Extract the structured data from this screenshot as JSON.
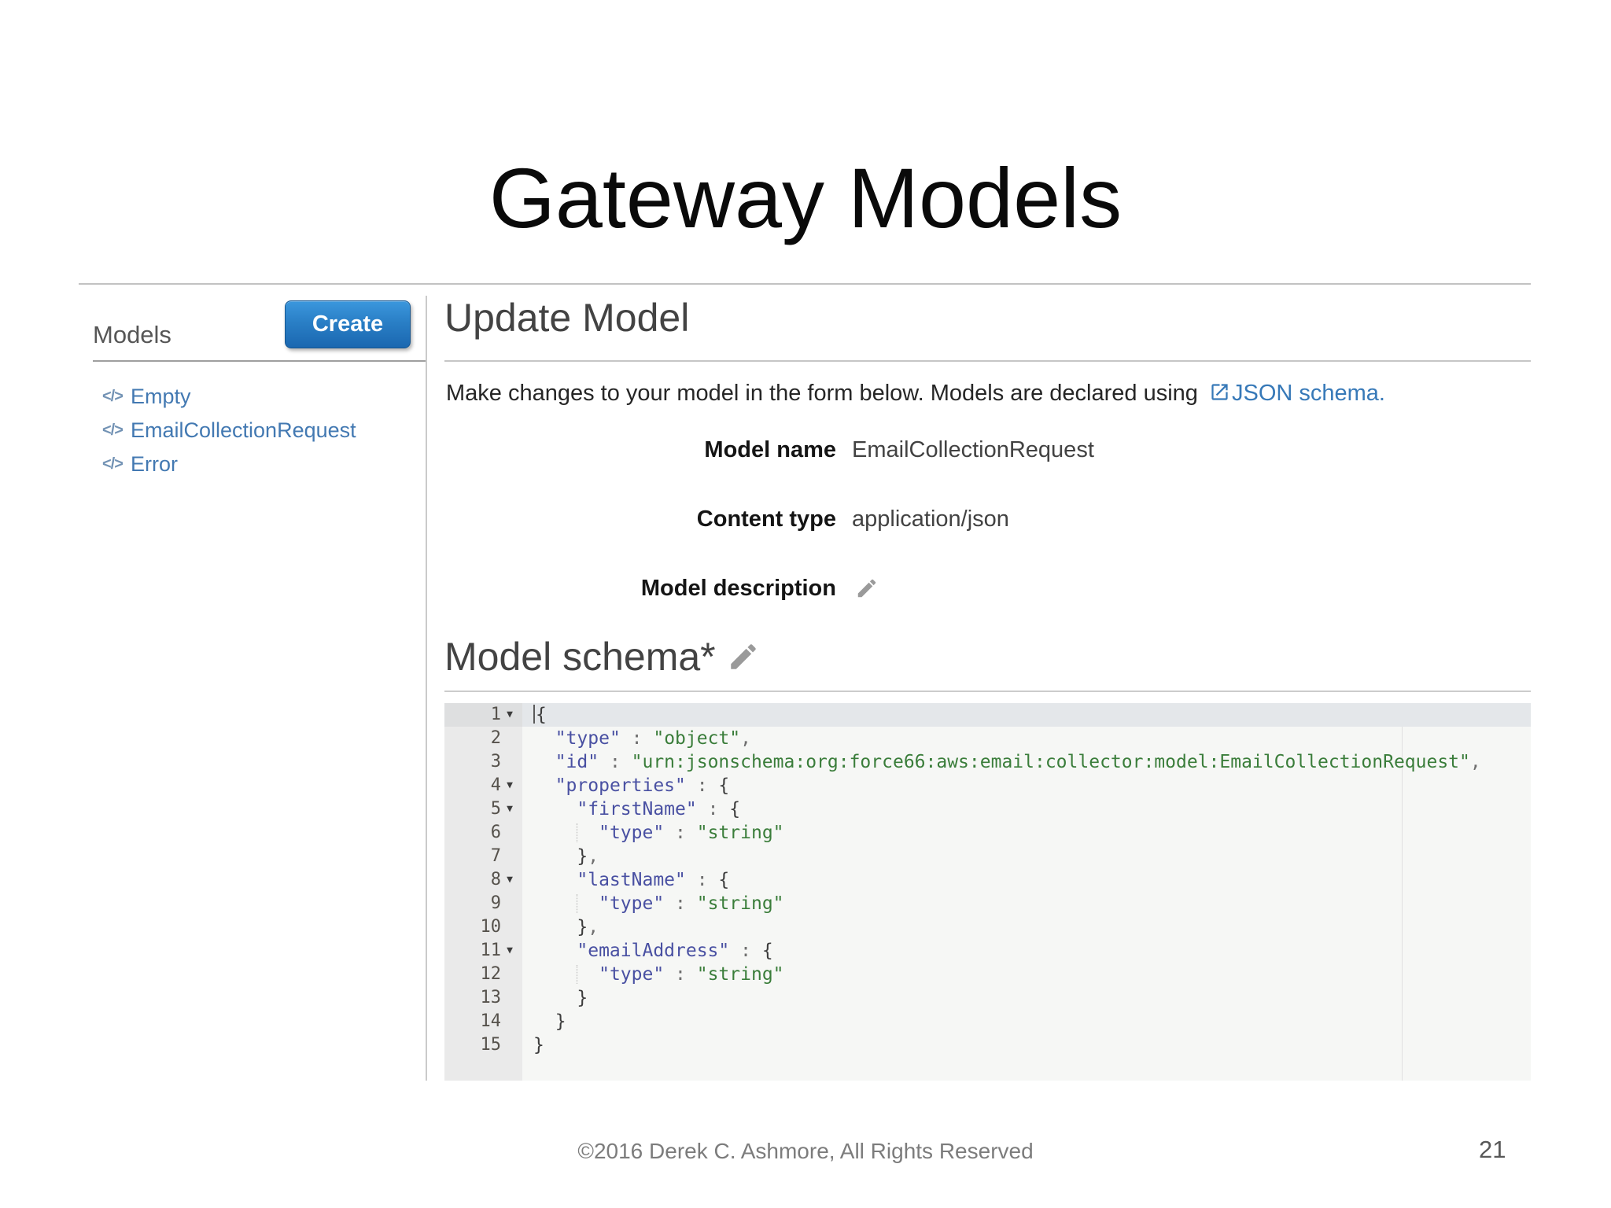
{
  "slide": {
    "title": "Gateway Models",
    "footer_copyright": "©2016 Derek C. Ashmore, All Rights Reserved",
    "page_number": "21"
  },
  "sidebar": {
    "heading": "Models",
    "create_button": "Create",
    "item_icon": "code-icon",
    "item_icon_glyph": "</>",
    "items": [
      {
        "label": "Empty"
      },
      {
        "label": "EmailCollectionRequest"
      },
      {
        "label": "Error"
      }
    ]
  },
  "main": {
    "heading": "Update Model",
    "intro_text": "Make changes to your model in the form below. Models are declared using",
    "intro_link": "JSON schema.",
    "fields": [
      {
        "label": "Model name",
        "value": "EmailCollectionRequest",
        "edit_icon": false
      },
      {
        "label": "Content type",
        "value": "application/json",
        "edit_icon": false
      },
      {
        "label": "Model description",
        "value": "",
        "edit_icon": true
      }
    ],
    "schema_heading": "Model schema*"
  },
  "editor": {
    "lines": [
      {
        "n": 1,
        "fold": true,
        "active": true,
        "cursor": true,
        "code": [
          [
            "brace",
            "{"
          ]
        ]
      },
      {
        "n": 2,
        "code": [
          [
            "sp",
            "  "
          ],
          [
            "key",
            "\"type\""
          ],
          [
            "pn",
            " : "
          ],
          [
            "str",
            "\"object\""
          ],
          [
            "pn",
            ","
          ]
        ]
      },
      {
        "n": 3,
        "code": [
          [
            "sp",
            "  "
          ],
          [
            "key",
            "\"id\""
          ],
          [
            "pn",
            " : "
          ],
          [
            "str",
            "\"urn:jsonschema:org:force66:aws:email:collector:model:EmailCollectionRequest\""
          ],
          [
            "pn",
            ","
          ]
        ]
      },
      {
        "n": 4,
        "fold": true,
        "code": [
          [
            "sp",
            "  "
          ],
          [
            "key",
            "\"properties\""
          ],
          [
            "pn",
            " : "
          ],
          [
            "brace",
            "{"
          ]
        ]
      },
      {
        "n": 5,
        "fold": true,
        "code": [
          [
            "sp",
            "    "
          ],
          [
            "key",
            "\"firstName\""
          ],
          [
            "pn",
            " : "
          ],
          [
            "brace",
            "{"
          ]
        ]
      },
      {
        "n": 6,
        "guide": true,
        "code": [
          [
            "sp",
            "      "
          ],
          [
            "key",
            "\"type\""
          ],
          [
            "pn",
            " : "
          ],
          [
            "str",
            "\"string\""
          ]
        ]
      },
      {
        "n": 7,
        "code": [
          [
            "sp",
            "    "
          ],
          [
            "brace",
            "}"
          ],
          [
            "pn",
            ","
          ]
        ]
      },
      {
        "n": 8,
        "fold": true,
        "code": [
          [
            "sp",
            "    "
          ],
          [
            "key",
            "\"lastName\""
          ],
          [
            "pn",
            " : "
          ],
          [
            "brace",
            "{"
          ]
        ]
      },
      {
        "n": 9,
        "guide": true,
        "code": [
          [
            "sp",
            "      "
          ],
          [
            "key",
            "\"type\""
          ],
          [
            "pn",
            " : "
          ],
          [
            "str",
            "\"string\""
          ]
        ]
      },
      {
        "n": 10,
        "code": [
          [
            "sp",
            "    "
          ],
          [
            "brace",
            "}"
          ],
          [
            "pn",
            ","
          ]
        ]
      },
      {
        "n": 11,
        "fold": true,
        "code": [
          [
            "sp",
            "    "
          ],
          [
            "key",
            "\"emailAddress\""
          ],
          [
            "pn",
            " : "
          ],
          [
            "brace",
            "{"
          ]
        ]
      },
      {
        "n": 12,
        "guide": true,
        "code": [
          [
            "sp",
            "      "
          ],
          [
            "key",
            "\"type\""
          ],
          [
            "pn",
            " : "
          ],
          [
            "str",
            "\"string\""
          ]
        ]
      },
      {
        "n": 13,
        "code": [
          [
            "sp",
            "    "
          ],
          [
            "brace",
            "}"
          ]
        ]
      },
      {
        "n": 14,
        "code": [
          [
            "sp",
            "  "
          ],
          [
            "brace",
            "}"
          ]
        ]
      },
      {
        "n": 15,
        "code": [
          [
            "brace",
            "}"
          ]
        ]
      }
    ]
  },
  "colors": {
    "link_blue": "#4379b2",
    "intro_link_blue": "#3779b8",
    "button_blue_top": "#3b97dd",
    "button_blue_bottom": "#1a67b0",
    "code_key": "#4950a2",
    "code_string": "#3a7d3a",
    "editor_bg": "#f6f7f5",
    "gutter_bg": "#eaeaea",
    "active_line_bg": "#e4e7ea"
  }
}
